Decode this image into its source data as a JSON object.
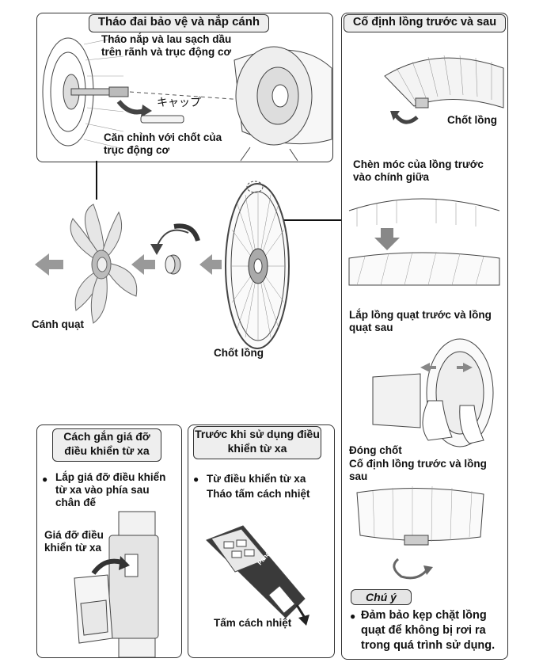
{
  "top_panel": {
    "title": "Tháo đai bảo vệ và nắp cánh",
    "step1": "Tháo nắp và lau sạch dầu trên rãnh và trục động cơ",
    "cap_label": "キャップ",
    "step2": "Căn chỉnh với chốt của trục động cơ"
  },
  "middle": {
    "blade_label": "Cánh quạt",
    "lock_pin_label": "Chốt lồng"
  },
  "right_panel": {
    "title": "Cố định lồng trước và sau",
    "lock_label": "Chốt lồng",
    "hook_text": "Chèn móc của lồng trước vào chính giữa",
    "attach_text": "Lắp lồng quạt trước và lồng quạt sau",
    "close_label": "Đóng chốt",
    "fix_text": "Cố định lồng trước và lồng sau",
    "note_title": "Chú ý",
    "note_text": "Đảm bảo kẹp chặt lồng quạt để không bị rơi ra trong quá trình sử dụng."
  },
  "holder_panel": {
    "title": "Cách gắn giá đỡ điều khiển từ xa",
    "instruction": "Lắp giá đỡ điều khiển từ xa vào phía sau chân đế",
    "holder_label": "Giá đỡ điều khiển từ xa"
  },
  "remote_panel": {
    "title": "Trước khi sử dụng điều khiển từ xa",
    "instruction": "Từ điều khiển từ xa Tháo tấm cách nhiệt",
    "brand": "Panasonic",
    "sheet_label": "Tấm cách nhiệt"
  }
}
